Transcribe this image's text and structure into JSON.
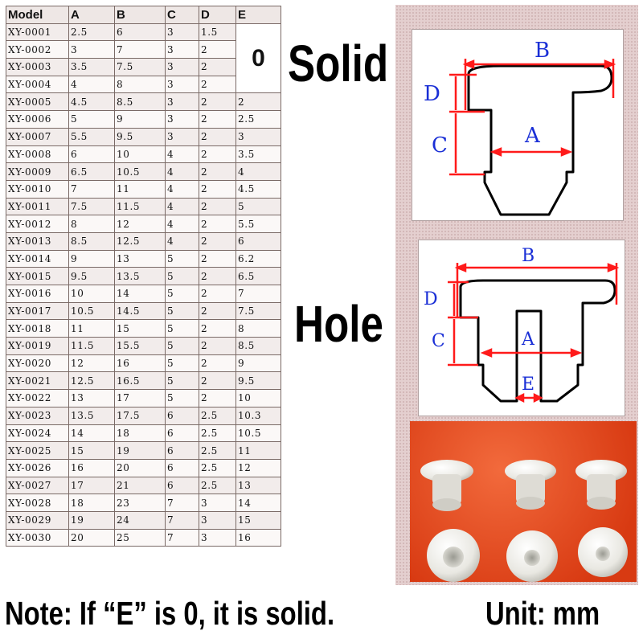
{
  "table": {
    "headers": [
      "Model",
      "A",
      "B",
      "C",
      "D",
      "E"
    ],
    "solid_marker": "0",
    "rows": [
      [
        "XY-0001",
        "2.5",
        "6",
        "3",
        "1.5",
        ""
      ],
      [
        "XY-0002",
        "3",
        "7",
        "3",
        "2",
        ""
      ],
      [
        "XY-0003",
        "3.5",
        "7.5",
        "3",
        "2",
        ""
      ],
      [
        "XY-0004",
        "4",
        "8",
        "3",
        "2",
        ""
      ],
      [
        "XY-0005",
        "4.5",
        "8.5",
        "3",
        "2",
        "2"
      ],
      [
        "XY-0006",
        "5",
        "9",
        "3",
        "2",
        "2.5"
      ],
      [
        "XY-0007",
        "5.5",
        "9.5",
        "3",
        "2",
        "3"
      ],
      [
        "XY-0008",
        "6",
        "10",
        "4",
        "2",
        "3.5"
      ],
      [
        "XY-0009",
        "6.5",
        "10.5",
        "4",
        "2",
        "4"
      ],
      [
        "XY-0010",
        "7",
        "11",
        "4",
        "2",
        "4.5"
      ],
      [
        "XY-0011",
        "7.5",
        "11.5",
        "4",
        "2",
        "5"
      ],
      [
        "XY-0012",
        "8",
        "12",
        "4",
        "2",
        "5.5"
      ],
      [
        "XY-0013",
        "8.5",
        "12.5",
        "4",
        "2",
        "6"
      ],
      [
        "XY-0014",
        "9",
        "13",
        "5",
        "2",
        "6.2"
      ],
      [
        "XY-0015",
        "9.5",
        "13.5",
        "5",
        "2",
        "6.5"
      ],
      [
        "XY-0016",
        "10",
        "14",
        "5",
        "2",
        "7"
      ],
      [
        "XY-0017",
        "10.5",
        "14.5",
        "5",
        "2",
        "7.5"
      ],
      [
        "XY-0018",
        "11",
        "15",
        "5",
        "2",
        "8"
      ],
      [
        "XY-0019",
        "11.5",
        "15.5",
        "5",
        "2",
        "8.5"
      ],
      [
        "XY-0020",
        "12",
        "16",
        "5",
        "2",
        "9"
      ],
      [
        "XY-0021",
        "12.5",
        "16.5",
        "5",
        "2",
        "9.5"
      ],
      [
        "XY-0022",
        "13",
        "17",
        "5",
        "2",
        "10"
      ],
      [
        "XY-0023",
        "13.5",
        "17.5",
        "6",
        "2.5",
        "10.3"
      ],
      [
        "XY-0024",
        "14",
        "18",
        "6",
        "2.5",
        "10.5"
      ],
      [
        "XY-0025",
        "15",
        "19",
        "6",
        "2.5",
        "11"
      ],
      [
        "XY-0026",
        "16",
        "20",
        "6",
        "2.5",
        "12"
      ],
      [
        "XY-0027",
        "17",
        "21",
        "6",
        "2.5",
        "13"
      ],
      [
        "XY-0028",
        "18",
        "23",
        "7",
        "3",
        "14"
      ],
      [
        "XY-0029",
        "19",
        "24",
        "7",
        "3",
        "15"
      ],
      [
        "XY-0030",
        "20",
        "25",
        "7",
        "3",
        "16"
      ]
    ]
  },
  "labels": {
    "solid": "Solid",
    "hole": "Hole",
    "note": "Note: If “E” is 0, it is solid.",
    "unit": "Unit: mm"
  },
  "diagram": {
    "solid": {
      "b": "B",
      "d": "D",
      "c": "C",
      "a": "A"
    },
    "hole": {
      "b": "B",
      "d": "D",
      "c": "C",
      "a": "A",
      "e": "E"
    }
  },
  "colors": {
    "dimension": "#ff0000",
    "label": "#1a2fd6",
    "panel": "#e4cfcf",
    "photo_bg": "#e8491d",
    "grommet": "#ecebe6"
  }
}
